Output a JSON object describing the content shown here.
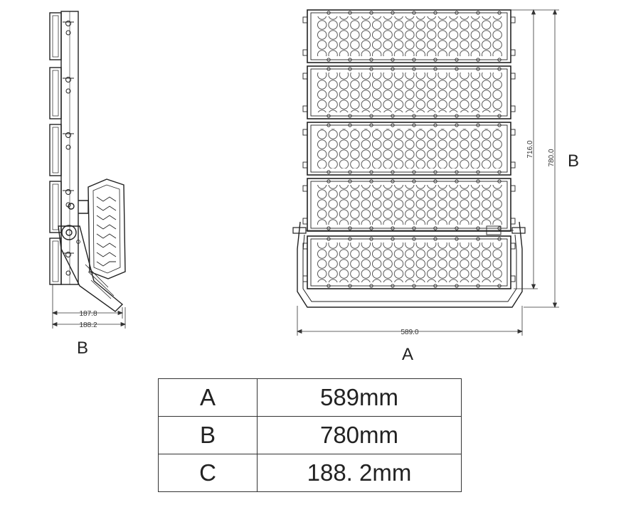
{
  "side_view": {
    "dim_inner": "187.8",
    "dim_outer": "188.2",
    "label": "B"
  },
  "front_view": {
    "dim_width": "589.0",
    "dim_panels_height": "716.0",
    "dim_total_height": "780.0",
    "label_bottom": "A",
    "label_right": "B"
  },
  "spec_table": {
    "rows": [
      {
        "key": "A",
        "value": "589mm"
      },
      {
        "key": "B",
        "value": "780mm"
      },
      {
        "key": "C",
        "value": "188. 2mm"
      }
    ]
  }
}
